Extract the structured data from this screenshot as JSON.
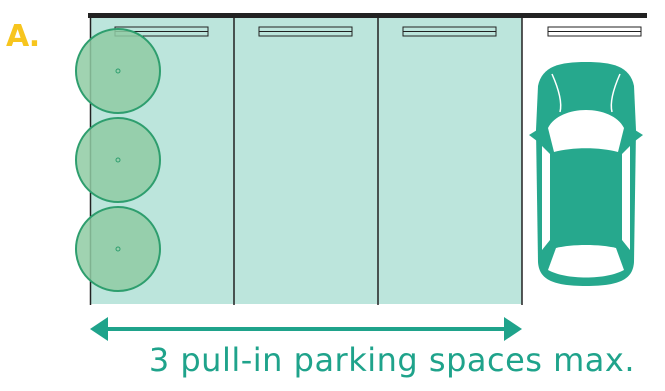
{
  "panel": {
    "label": "A."
  },
  "caption": {
    "text": "3 pull-in parking spaces max."
  },
  "diagram": {
    "space_count": 3,
    "colors": {
      "space_fill": "#BCE5DC",
      "line": "#222222",
      "circle_fill": "#8FCBA3",
      "circle_stroke": "#2E9E6E",
      "car_body": "#26A88D",
      "accent": "#1FA38B",
      "label": "#F7C51E"
    },
    "icons": {
      "car": "car-top-view-icon",
      "arrow": "double-headed-arrow-icon",
      "circle": "turning-circle-icon",
      "bumper": "wheel-stop-icon"
    }
  }
}
